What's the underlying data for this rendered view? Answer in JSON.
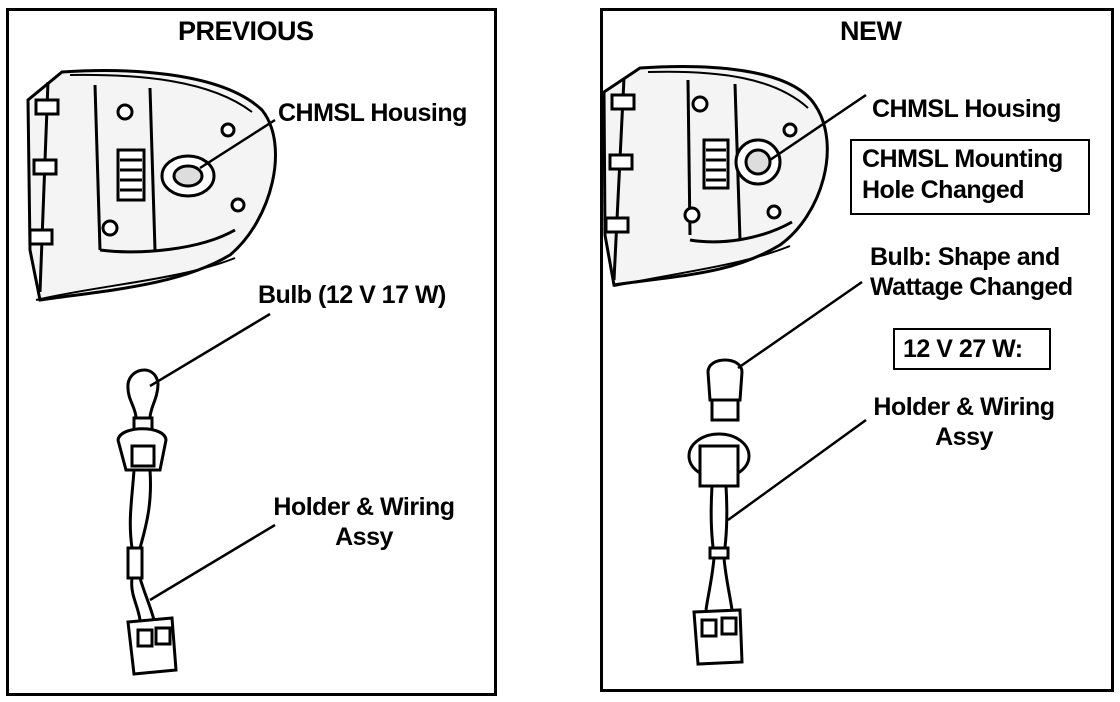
{
  "previous": {
    "title": "PREVIOUS",
    "housing_label": "CHMSL Housing",
    "bulb_label": "Bulb (12 V 17 W)",
    "holder_label_line1": "Holder & Wiring",
    "holder_label_line2": "Assy"
  },
  "new": {
    "title": "NEW",
    "housing_label": "CHMSL Housing",
    "mounting_box_line1": "CHMSL Mounting",
    "mounting_box_line2": "Hole Changed",
    "bulb_label_line1": "Bulb: Shape and",
    "bulb_label_line2": "Wattage Changed",
    "wattage_box": "12 V 27 W:",
    "holder_label_line1": "Holder & Wiring",
    "holder_label_line2": "Assy"
  }
}
